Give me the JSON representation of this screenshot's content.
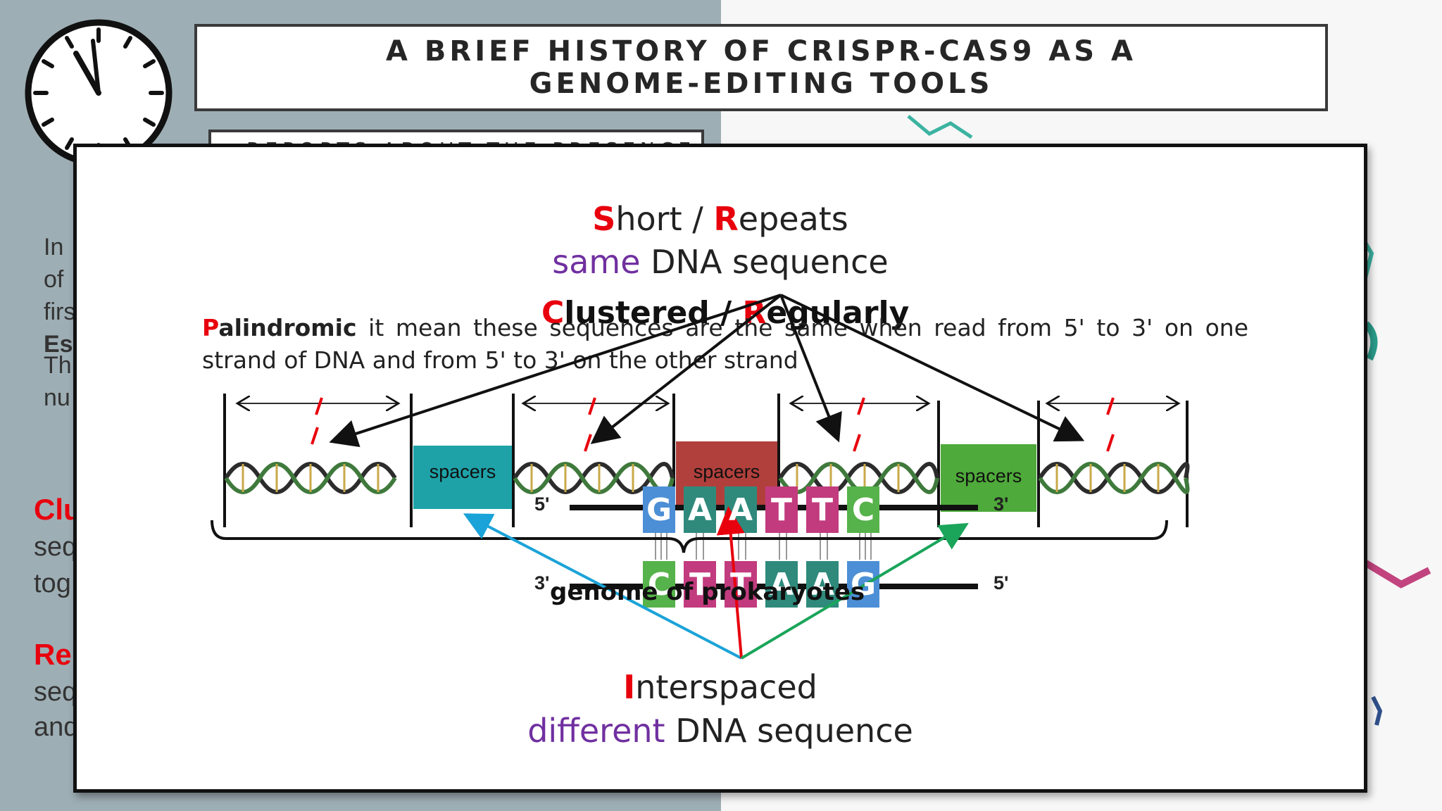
{
  "slide": {
    "title": "A BRIEF HISTORY OF CRISPR-CAS9 AS A GENOME-EDITING TOOLS",
    "subtitle_partial": "REPORTS ABOUT THE PRESENCE",
    "left_fragments": {
      "p1": [
        "In",
        "of",
        "firs",
        "Esc",
        "Th",
        "nu"
      ],
      "clu": {
        "head": "Clu",
        "lines": [
          "seq",
          "tog"
        ]
      },
      "re": {
        "head": "Re",
        "lines": [
          "seq",
          "and"
        ]
      }
    }
  },
  "overlay": {
    "short_repeats": {
      "s": "S",
      "hort": "hort",
      "sep": " / ",
      "r": "R",
      "epeats": "epeats"
    },
    "same_line": {
      "same": "same",
      "rest": " DNA sequence"
    },
    "clustered": {
      "c": "C",
      "lustered": "lustered",
      "sep": " / ",
      "r": "R",
      "egularly": "egularly"
    },
    "palindromic": {
      "p": "P",
      "word": "alindromic",
      "text": " it mean these sequences are the same  when read from 5' to 3' on one strand of DNA   and from 5' to 3'  on the other strand"
    },
    "spacers": [
      "spacers",
      "spacers",
      "spacers"
    ],
    "strand_top": {
      "left": "5'",
      "right": "3'",
      "bases": [
        "G",
        "A",
        "A",
        "T",
        "T",
        "C"
      ]
    },
    "strand_bottom": {
      "left": "3'",
      "right": "5'",
      "bases": [
        "C",
        "T",
        "T",
        "A",
        "A",
        "G"
      ]
    },
    "genome_label": "genome of prokaryotes",
    "interspaced": {
      "i": "I",
      "rest": "nterspaced"
    },
    "different_line": {
      "different": "different",
      "rest": " DNA sequence"
    }
  },
  "colors": {
    "red_letter": "#e8000d",
    "purple": "#7030a0",
    "spacer_teal": "#1ea2a8",
    "spacer_red": "#b1403c",
    "spacer_green": "#4eaa3a",
    "base_G": "#4c8fd6",
    "base_A": "#2f8a7c",
    "base_T": "#c23b7e",
    "base_C": "#56b24a",
    "arrow_blue": "#1aa3d8",
    "arrow_red": "#e8000d",
    "arrow_green": "#1aa55a"
  }
}
